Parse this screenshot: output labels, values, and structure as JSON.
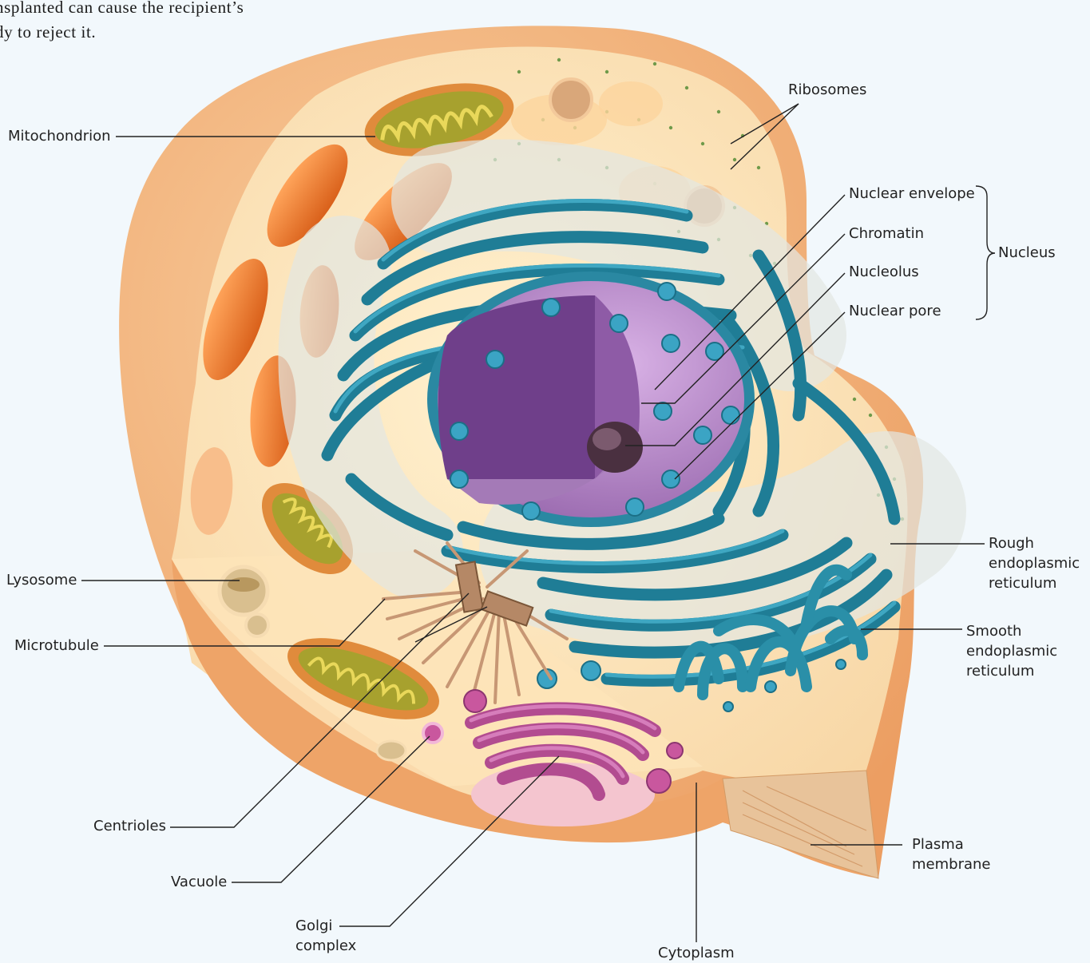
{
  "body_text": {
    "line1": "nsplanted  can  cause  the  recipient’s",
    "line2": "dy to reject it."
  },
  "labels": {
    "mitochondrion": "Mitochondrion",
    "ribosomes": "Ribosomes",
    "nuclear_envelope": "Nuclear envelope",
    "chromatin": "Chromatin",
    "nucleolus": "Nucleolus",
    "nuclear_pore": "Nuclear pore",
    "nucleus": "Nucleus",
    "rough_er": [
      "Rough",
      "endoplasmic",
      "reticulum"
    ],
    "smooth_er": [
      "Smooth",
      "endoplasmic",
      "reticulum"
    ],
    "lysosome": "Lysosome",
    "microtubule": "Microtubule",
    "centrioles": "Centrioles",
    "vacuole": "Vacuole",
    "golgi": [
      "Golgi",
      "complex"
    ],
    "cytoplasm": "Cytoplasm",
    "plasma_membrane": [
      "Plasma",
      "membrane"
    ]
  },
  "colors": {
    "background": "#f2f8fc",
    "cell_outer": "#f2b47e",
    "cytoplasm": "#fcdfae",
    "rough_er": "#2d8fa8",
    "nucleus": "#9b6bb0",
    "mitochondria": "#ee7a2a",
    "golgi": "#c0559a",
    "leader_lines": "#222222"
  }
}
